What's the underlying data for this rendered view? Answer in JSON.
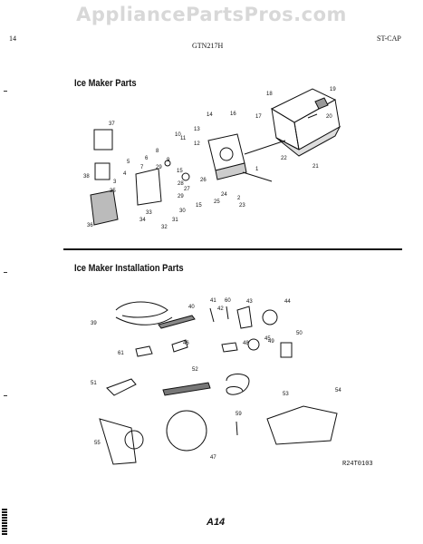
{
  "watermark": "AppliancePartsPros.com",
  "header": {
    "page_left": "14",
    "model": "GTN217H",
    "right_code": "ST-CAP"
  },
  "sections": [
    {
      "title": "Ice Maker Parts"
    },
    {
      "title": "Ice Maker Installation Parts"
    }
  ],
  "ice_maker_part_numbers": [
    "1",
    "2",
    "3",
    "4",
    "5",
    "6",
    "7",
    "8",
    "9",
    "10",
    "11",
    "12",
    "13",
    "14",
    "15",
    "15",
    "16",
    "17",
    "18",
    "19",
    "20",
    "21",
    "22",
    "23",
    "24",
    "25",
    "26",
    "27",
    "28",
    "29",
    "29",
    "30",
    "31",
    "32",
    "33",
    "34",
    "35",
    "36",
    "37",
    "38"
  ],
  "installation_part_numbers": [
    "39",
    "40",
    "41",
    "42",
    "43",
    "44",
    "45",
    "46",
    "47",
    "48",
    "49",
    "50",
    "51",
    "52",
    "53",
    "54",
    "55",
    "59",
    "60",
    "61"
  ],
  "reference_code": "R24T0103",
  "page_number": "A14"
}
